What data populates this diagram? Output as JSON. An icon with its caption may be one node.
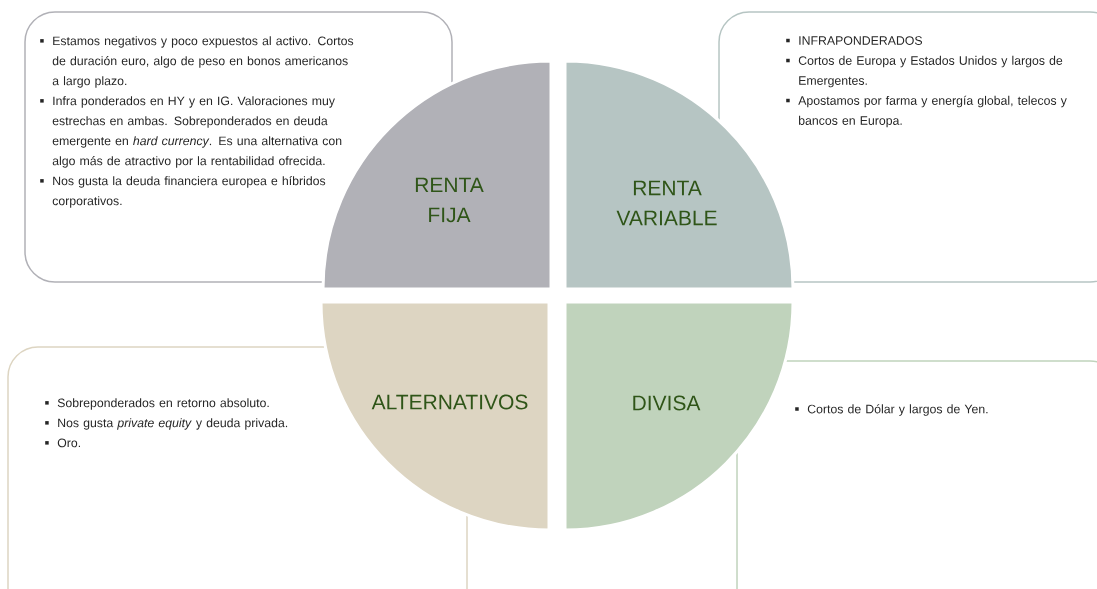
{
  "diagram": {
    "nodes": [
      {
        "text": [
          "Estamos negativos y poco expuestos al activo. Cortos de duración euro, algo de peso en bonos americanos a largo plazo.",
          "Infra ponderados en HY y en IG. Valoraciones muy estrechas en ambas. Sobreponderados en deuda emergente en *hard currency*. Es una alternativa con algo más de atractivo por la rentabilidad ofrecida.",
          "Nos gusta la deuda financiera europea e híbridos corporativos."
        ]
      },
      {
        "text": [
          "RENTA FIJA"
        ]
      },
      {
        "text": [
          "RENTA VARIABLE"
        ]
      },
      {
        "text": [
          "INFRAPONDERADOS",
          "Cortos de Europa y Estados Unidos y largos de Emergentes.",
          "Apostamos por farma y energía global, telecos y bancos en Europa."
        ]
      },
      {
        "text": [
          "Sobreponderados en retorno absoluto.",
          "Nos gusta *private equity* y deuda privada.",
          "Oro."
        ]
      },
      {
        "text": [
          "ALTERNATIVOS"
        ]
      },
      {
        "text": [
          "DIVISA"
        ]
      },
      {
        "text": [
          "Cortos de Dólar y largos de Yen."
        ]
      }
    ]
  }
}
